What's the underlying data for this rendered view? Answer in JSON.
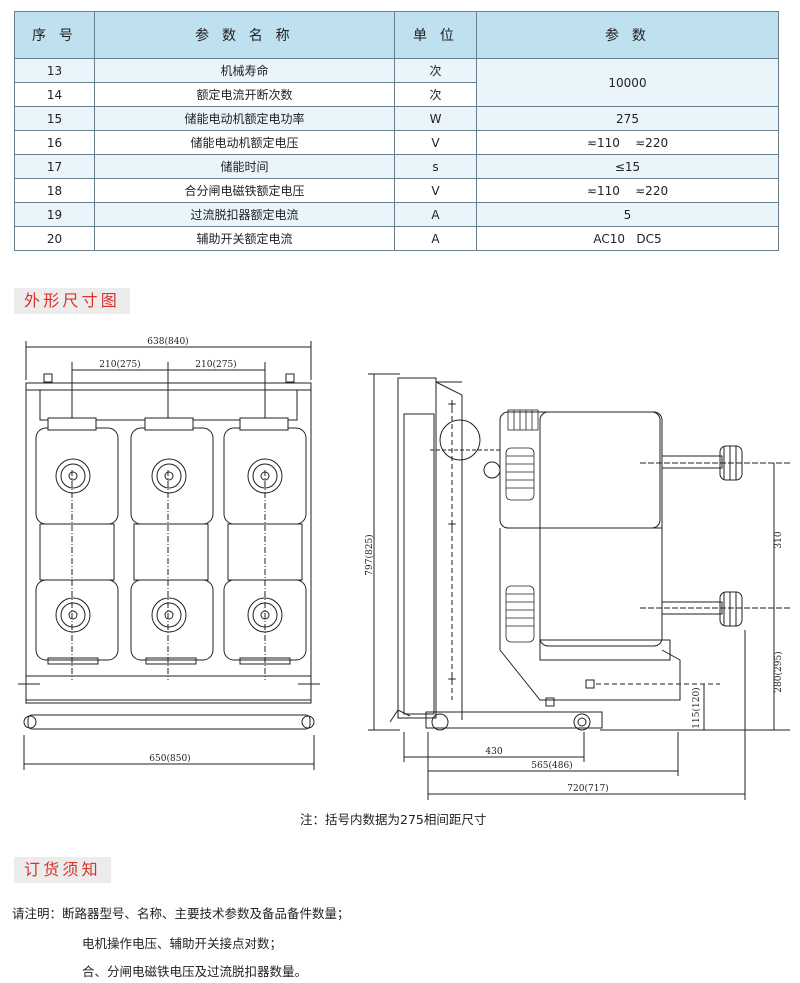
{
  "table": {
    "headers": [
      "序 号",
      "参 数 名 称",
      "单 位",
      "参 数"
    ],
    "rows": [
      {
        "no": "13",
        "name": "机械寿命",
        "unit": "次",
        "value": "10000"
      },
      {
        "no": "14",
        "name": "额定电流开断次数",
        "unit": "次"
      },
      {
        "no": "15",
        "name": "储能电动机额定电功率",
        "unit": "W",
        "value": "275"
      },
      {
        "no": "16",
        "name": "储能电动机额定电压",
        "unit": "V",
        "value": "≂110    ≂220"
      },
      {
        "no": "17",
        "name": "储能时间",
        "unit": "s",
        "value": "≤15"
      },
      {
        "no": "18",
        "name": "合分闸电磁铁额定电压",
        "unit": "V",
        "value": "≂110    ≂220"
      },
      {
        "no": "19",
        "name": "过流脱扣器额定电流",
        "unit": "A",
        "value": "5"
      },
      {
        "no": "20",
        "name": "辅助开关额定电流",
        "unit": "A",
        "value": "AC10   DC5"
      }
    ]
  },
  "section_outline": "外形尺寸图",
  "dimensions": {
    "front_top": "638(840)",
    "front_pitch_left": "210(275)",
    "front_pitch_right": "210(275)",
    "front_bottom": "650(850)",
    "side_height": "797(825)",
    "side_310": "310",
    "side_280": "280(295)",
    "side_115": "115(120)",
    "side_430": "430",
    "side_565": "565(486)",
    "side_720": "720(717)"
  },
  "note": "注：括号内数据为275相间距尺寸",
  "section_order": "订货须知",
  "order_lines": [
    "请注明：断路器型号、名称、主要技术参数及备品备件数量；",
    "电机操作电压、辅助开关接点对数；",
    "合、分闸电磁铁电压及过流脱扣器数量。"
  ]
}
